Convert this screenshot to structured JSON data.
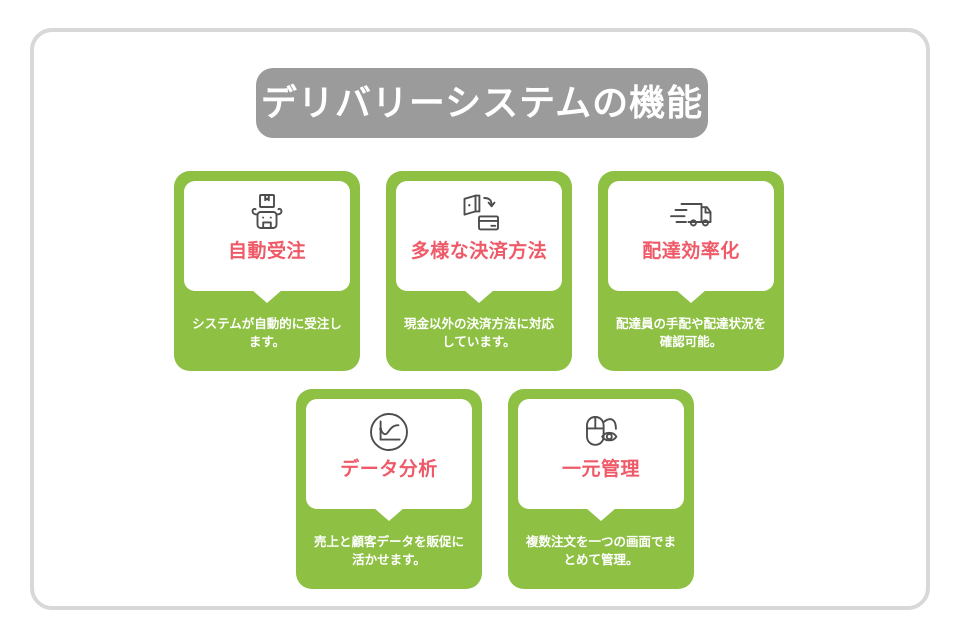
{
  "frame": {
    "border_color": "#d8d8d8",
    "background": "#ffffff"
  },
  "header": {
    "title": "デリバリーシステムの機能",
    "pill_color": "#9b9b9b",
    "title_color": "#ffffff"
  },
  "theme": {
    "card_green": "#8dc043",
    "card_title_red": "#ef5a68",
    "panel_white": "#ffffff",
    "icon_stroke": "#4d4d4d"
  },
  "cards": [
    {
      "id": "auto-order",
      "icon": "robot-package-icon",
      "title": "自動受注",
      "description": "システムが自動的に受注します。",
      "row": "top"
    },
    {
      "id": "payment-methods",
      "icon": "wallet-credit-card-icon",
      "title": "多様な決済方法",
      "description": "現金以外の決済方法に対応しています。",
      "row": "top"
    },
    {
      "id": "delivery-efficiency",
      "icon": "delivery-truck-icon",
      "title": "配達効率化",
      "description": "配達員の手配や配達状況を確認可能。",
      "row": "top"
    },
    {
      "id": "data-analysis",
      "icon": "line-chart-circle-icon",
      "title": "データ分析",
      "description": "売上と顧客データを販促に活かせます。",
      "row": "bottom"
    },
    {
      "id": "unified-management",
      "icon": "mouse-eye-icon",
      "title": "一元管理",
      "description": "複数注文を一つの画面でまとめて管理。",
      "row": "bottom"
    }
  ]
}
